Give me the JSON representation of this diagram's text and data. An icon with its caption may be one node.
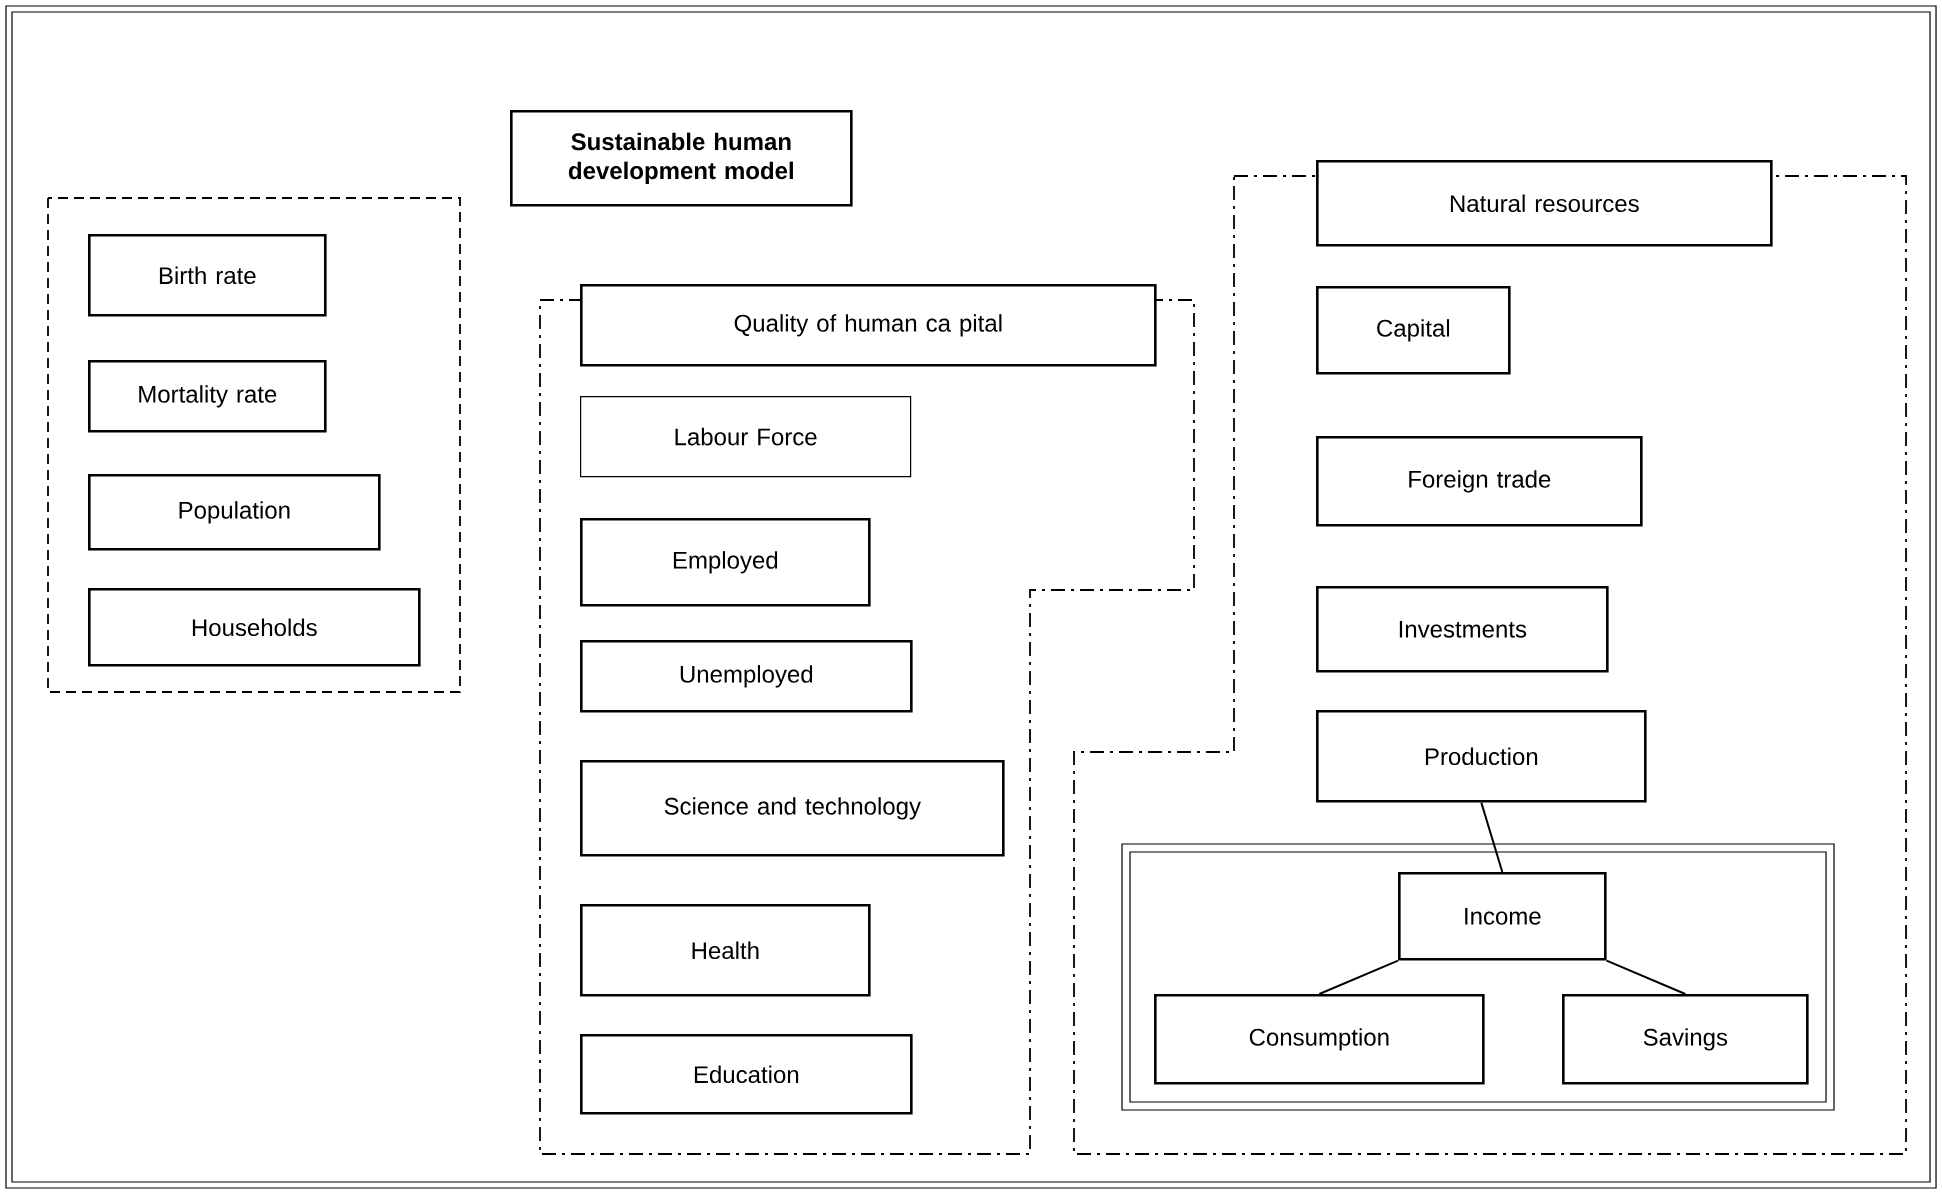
{
  "diagram": {
    "nodes": [
      {
        "text": [
          "Sustainable human development model"
        ]
      },
      {
        "text": [],
        "shape": "box"
      },
      {
        "text": [
          "Birth rate"
        ],
        "in": 1
      },
      {
        "text": [
          "Mortality rate"
        ],
        "in": 1
      },
      {
        "text": [
          "Population"
        ],
        "in": 1
      },
      {
        "text": [
          "Households"
        ],
        "in": 1
      },
      {
        "text": [],
        "shape": "box"
      },
      {
        "text": [
          "Quality of human ca pital"
        ],
        "in": 6
      },
      {
        "text": [
          "Labour Force"
        ],
        "in": 6
      },
      {
        "text": [
          "Employed"
        ],
        "in": 6
      },
      {
        "text": [
          "Unemployed"
        ],
        "in": 6
      },
      {
        "text": [
          "Science and technology"
        ],
        "in": 6
      },
      {
        "text": [
          "Health"
        ],
        "in": 6
      },
      {
        "text": [
          "Education"
        ],
        "in": 6
      },
      {
        "text": [],
        "shape": "box"
      },
      {
        "text": [
          "Natural resources"
        ],
        "in": 14
      },
      {
        "text": [
          "Capital"
        ],
        "in": 14
      },
      {
        "text": [
          "Foreign trade"
        ],
        "in": 14
      },
      {
        "text": [
          "Investments"
        ],
        "in": 14
      },
      {
        "text": [
          "Production"
        ],
        "in": 14
      },
      {
        "text": [],
        "shape": "box",
        "in": 14
      },
      {
        "text": [
          "Income"
        ],
        "in": 20
      },
      {
        "text": [
          "Consumption"
        ],
        "in": 20
      },
      {
        "text": [
          "Savings"
        ],
        "in": 20
      }
    ],
    "edges": [
      {
        "from": 19,
        "to": 21,
        "arrow": "none"
      },
      {
        "from": 21,
        "to": 22,
        "arrow": "none"
      },
      {
        "from": 21,
        "to": 23,
        "arrow": "none"
      }
    ]
  }
}
